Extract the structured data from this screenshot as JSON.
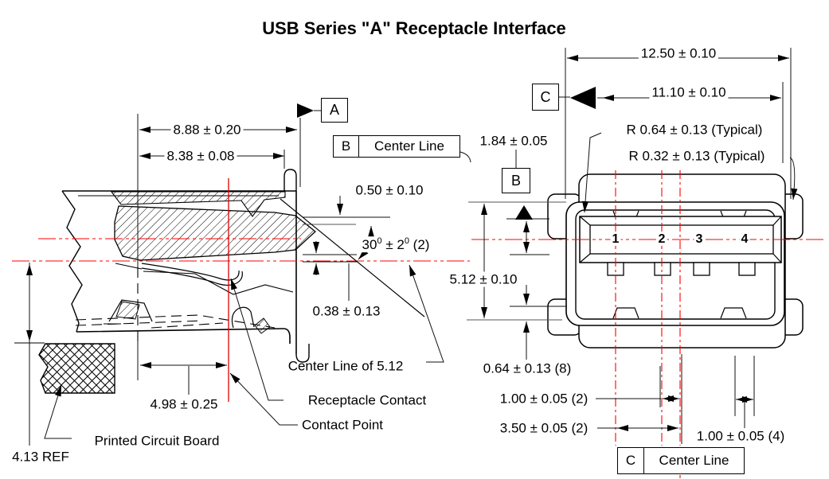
{
  "title": "USB Series \"A\" Receptacle Interface",
  "colors": {
    "line": "#000000",
    "centerline": "#ff0000"
  },
  "section_view": {
    "datum_a_label": "A",
    "datum_b_flag": {
      "letter": "B",
      "text": "Center Line"
    },
    "dims": {
      "width_outer": "8.88 ± 0.20",
      "width_inner": "8.38 ± 0.08",
      "step": "0.50 ± 0.10",
      "contact_offset": "0.38 ± 0.13",
      "contact_distance": "4.98 ± 0.25",
      "pcb_ref": "4.13 REF"
    },
    "angle": {
      "base": "30",
      "sup1": "0",
      "mid": " ± 2",
      "sup2": "0",
      "tail": " (2)"
    },
    "labels": {
      "center_line": "Center Line of 5.12",
      "receptacle_contact": "Receptacle Contact",
      "contact_point": "Contact Point",
      "pcb": "Printed Circuit Board"
    }
  },
  "front_view": {
    "datum_c_label": "C",
    "datum_b_label": "B",
    "dims": {
      "width_outer": "12.50 ± 0.10",
      "width_inner": "11.10 ± 0.10",
      "radius_outer": "R 0.64 ± 0.13 (Typical)",
      "radius_inner": "R 0.32 ± 0.13 (Typical)",
      "tongue_offset": "1.84 ± 0.05",
      "height": "5.12 ± 0.10",
      "contact_width": "0.64 ± 0.13 (8)",
      "pin_pitch_inner": "1.00 ± 0.05 (2)",
      "pin_pitch_outer": "3.50 ± 0.05 (2)",
      "window_width": "1.00 ± 0.05 (4)"
    },
    "center_line_flag": {
      "letter": "C",
      "text": "Center Line"
    },
    "pins": [
      "1",
      "2",
      "3",
      "4"
    ]
  }
}
